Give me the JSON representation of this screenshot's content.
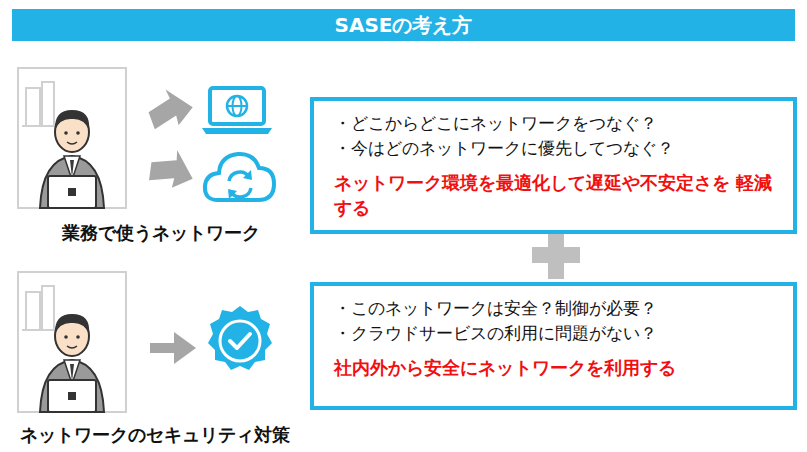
{
  "diagram": {
    "title": "SASEの考え方",
    "nodes": [
      {
        "text": [
          "・どこからどこにネットワークをつなぐ？",
          "・今はどのネットワークに優先してつなぐ？",
          "ネットワーク環境を最適化して遅延や不安定さを 軽減する"
        ]
      },
      {
        "text": [
          "・このネットワークは安全？制御が必要？",
          "・クラウドサービスの利用に問題がない？",
          "社内外から安全にネットワークを利用する"
        ]
      }
    ],
    "labels": [
      "業務で使うネットワーク",
      "ネットワークのセキュリティ対策"
    ]
  }
}
